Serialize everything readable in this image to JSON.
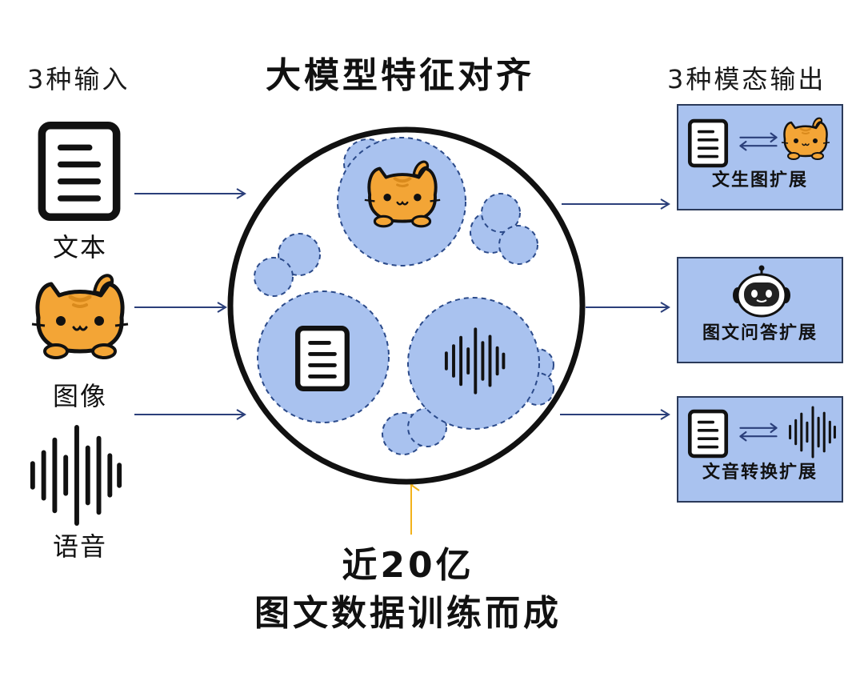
{
  "title": "大模型特征对齐",
  "inputs": {
    "header": "3种输入",
    "items": [
      {
        "label": "文本",
        "icon": "document-icon"
      },
      {
        "label": "图像",
        "icon": "cat-icon"
      },
      {
        "label": "语音",
        "icon": "soundwave-icon"
      }
    ]
  },
  "outputs": {
    "header": "3种模态输出",
    "items": [
      {
        "label": "文生图扩展",
        "icon": "document-to-cat-icon"
      },
      {
        "label": "图文问答扩展",
        "icon": "robot-icon"
      },
      {
        "label": "文音转换扩展",
        "icon": "document-to-soundwave-icon"
      }
    ]
  },
  "training": {
    "line1": "近20亿",
    "line2": "图文数据训练而成"
  },
  "colors": {
    "arrow": "#2b3f7a",
    "bubble_fill": "#a9c2ef",
    "bubble_stroke": "#2b4a8a",
    "cat_body": "#f3a536",
    "accent_arrow": "#f2b21b"
  }
}
